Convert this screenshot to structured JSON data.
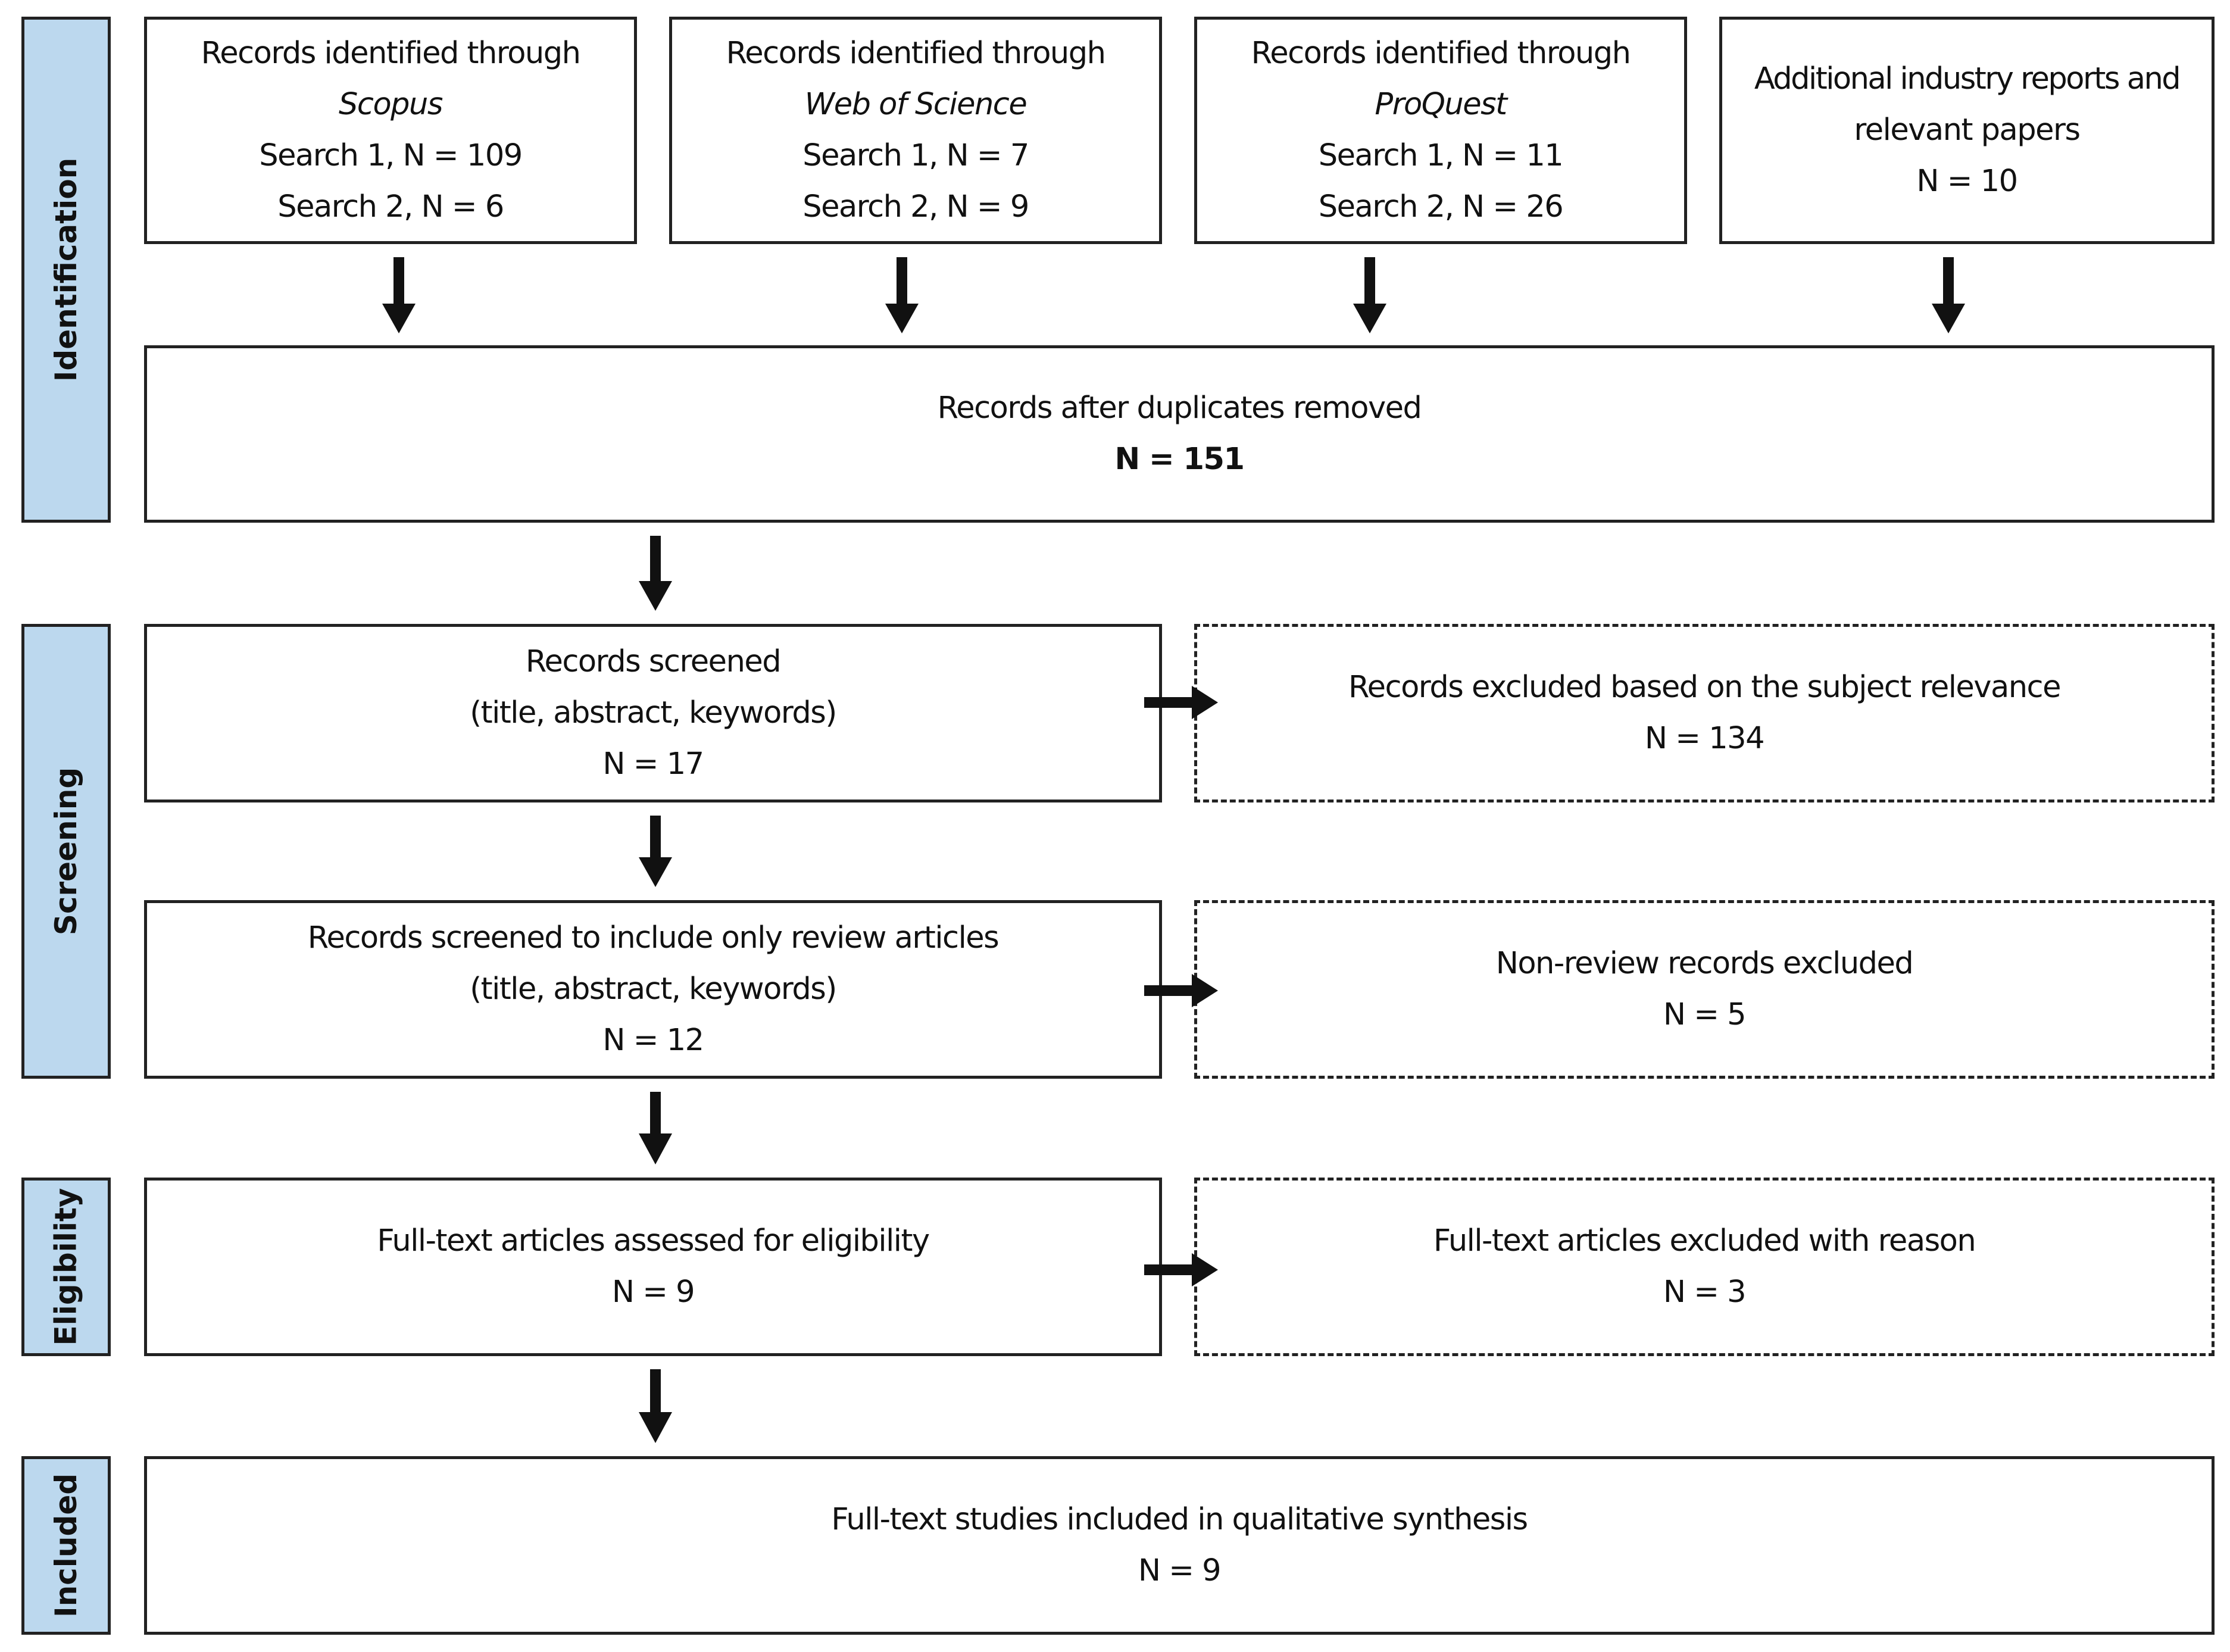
{
  "stages": {
    "identification": "Identification",
    "screening": "Screening",
    "eligibility": "Eligibility",
    "included": "Included"
  },
  "sources": {
    "scopus": {
      "line1": "Records identified through",
      "database": "Scopus",
      "search1": "Search 1, N = 109",
      "search2": "Search 2, N = 6"
    },
    "wos": {
      "line1": "Records identified through",
      "database": "Web of Science",
      "search1": "Search 1, N = 7",
      "search2": "Search 2, N = 9"
    },
    "proquest": {
      "line1": "Records identified through",
      "database": "ProQuest",
      "search1": "Search 1, N = 11",
      "search2": "Search 2, N = 26"
    },
    "additional": {
      "line1": "Additional industry reports and",
      "line2": "relevant papers",
      "count": "N = 10"
    }
  },
  "deduplicated": {
    "label": "Records after duplicates removed",
    "count": "N = 151"
  },
  "screened": {
    "label": "Records screened",
    "detail": "(title, abstract, keywords)",
    "count": "N = 17"
  },
  "excluded_relevance": {
    "label": "Records excluded based on the subject relevance",
    "count": "N = 134"
  },
  "screened_review": {
    "label": "Records screened to include only review articles",
    "detail": "(title, abstract, keywords)",
    "count": "N = 12"
  },
  "excluded_nonreview": {
    "label": "Non-review records excluded",
    "count": "N = 5"
  },
  "eligibility_assessed": {
    "label": "Full-text articles assessed for eligibility",
    "count": "N = 9"
  },
  "excluded_reason": {
    "label": "Full-text articles excluded with reason",
    "count": "N = 3"
  },
  "included_studies": {
    "label": "Full-text studies included in qualitative synthesis",
    "count": "N = 9"
  }
}
